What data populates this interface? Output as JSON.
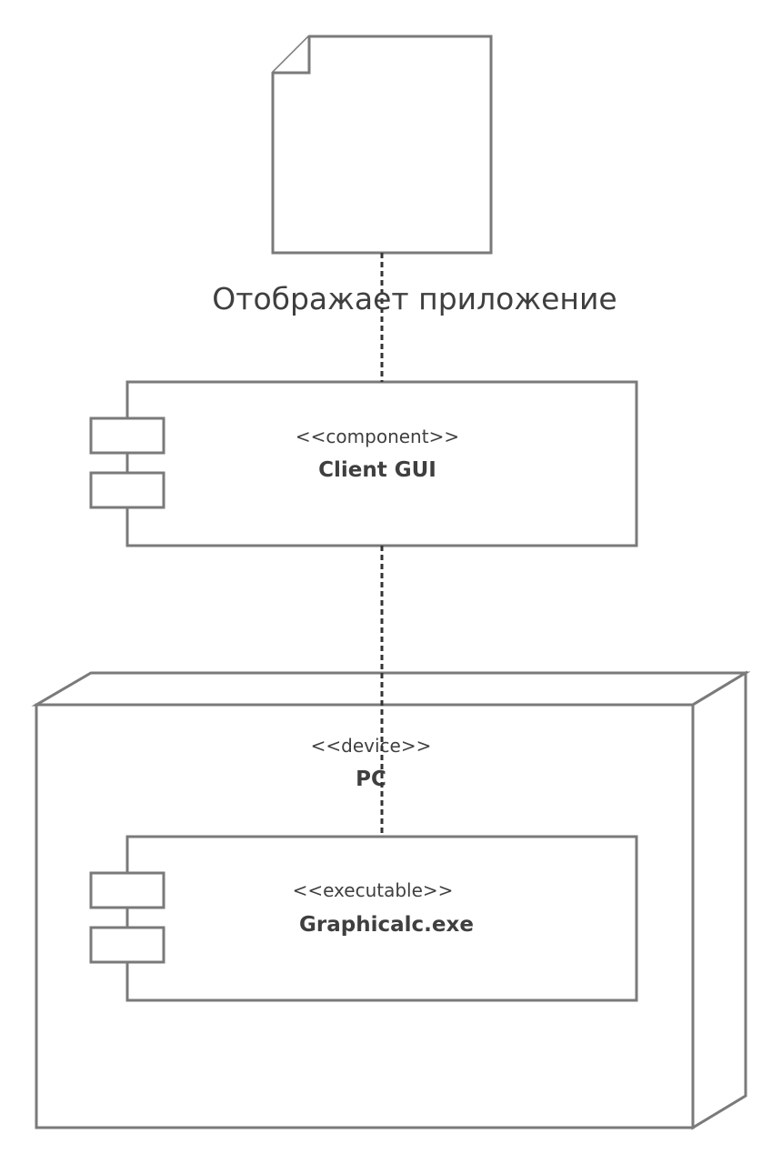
{
  "note": {
    "label": "Отображает приложение"
  },
  "client_component": {
    "stereotype": "<<component>>",
    "name": "Client GUI"
  },
  "device_node": {
    "stereotype": "<<device>>",
    "name": "PC"
  },
  "executable_component": {
    "stereotype": "<<executable>>",
    "name": "Graphicalc.exe"
  },
  "colors": {
    "outline": "#7a7a7a",
    "connector": "#333333",
    "text": "#3f3f3f",
    "background": "#ffffff"
  }
}
